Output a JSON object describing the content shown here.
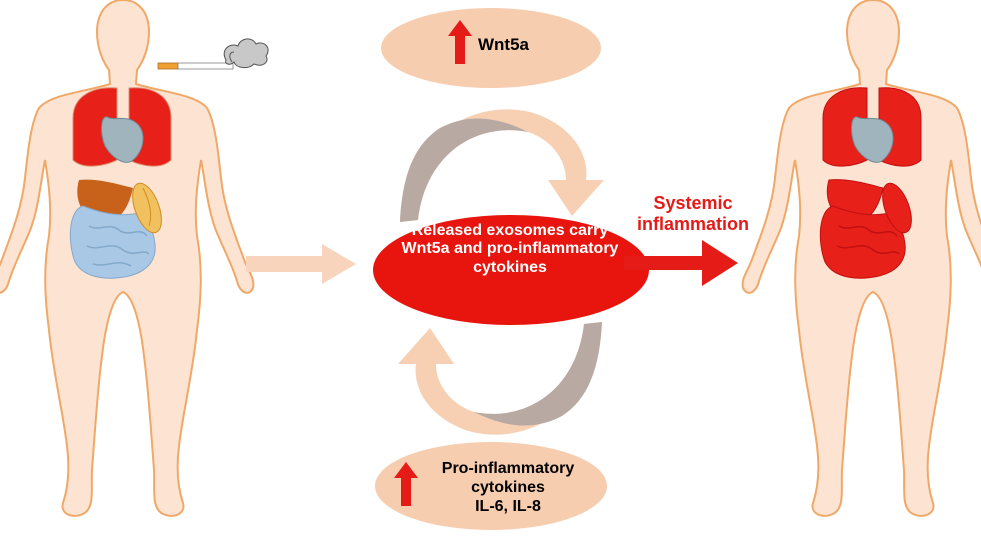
{
  "colors": {
    "skin": "#fde3d2",
    "skin_outline": "#f0a868",
    "lung": "#e8201a",
    "heart": "#9fb4bd",
    "liver": "#c8621a",
    "gut": "#a9c8e6",
    "pancreas": "#f1c15f",
    "ellipse": "#f7cdb0",
    "center_ellipse": "#e8150f",
    "arrow_red": "#e41b17",
    "arrow_pale": "#f9d4bd",
    "arrow_grey": "#b8aaa3",
    "smoke": "#c8c8c8"
  },
  "icons": [
    "cigarette-icon",
    "smoke-icon",
    "up-arrow-icon"
  ],
  "center": {
    "text": "Released exosomes carry Wnt5a and pro-inflammatory cytokines"
  },
  "top": {
    "text": "Wnt5a"
  },
  "bottom": {
    "line1": "Pro-inflammatory",
    "line2": "cytokines",
    "line3": "IL-6, IL-8"
  },
  "right": {
    "text": "Systemic inflammation"
  }
}
